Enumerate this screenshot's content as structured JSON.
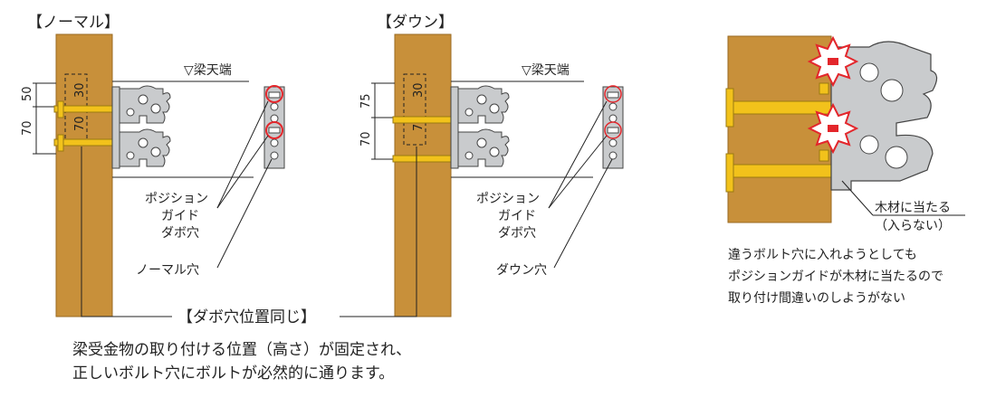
{
  "panels": {
    "normal": {
      "title": "【ノーマル】",
      "beam_top_label": "▽梁天端",
      "dim_top": "50",
      "dim_bottom": "70",
      "inner_dim_top": "30",
      "inner_dim_bottom": "70",
      "label_guide_1": "ポジション",
      "label_guide_2": "ガイド",
      "label_guide_3": "ダボ穴",
      "label_hole": "ノーマル穴"
    },
    "down": {
      "title": "【ダウン】",
      "beam_top_label": "▽梁天端",
      "dim_top": "75",
      "dim_bottom": "70",
      "inner_dim_top": "30",
      "inner_dim_bottom": "70",
      "label_guide_1": "ポジション",
      "label_guide_2": "ガイド",
      "label_guide_3": "ダボ穴",
      "label_hole": "ダウン穴"
    },
    "wrong": {
      "label_hit_1": "木材に当たる",
      "label_hit_2": "（入らない）",
      "note_lines": [
        "違うボルト穴に入れようとしても",
        "ポジションガイドが木材に当たるので",
        "取り付け間違いのしようがない"
      ]
    }
  },
  "center_label": "【ダボ穴位置同じ】",
  "caption_lines": [
    "梁受金物の取り付ける位置（高さ）が固定され、",
    "正しいボルト穴にボルトが必然的に通ります。"
  ],
  "colors": {
    "wood": "#c8903a",
    "wood_dark": "#9a6a22",
    "bolt": "#f2c21b",
    "metal": "#c9cbcd",
    "metal_dark": "#555",
    "red": "#e3262b"
  }
}
